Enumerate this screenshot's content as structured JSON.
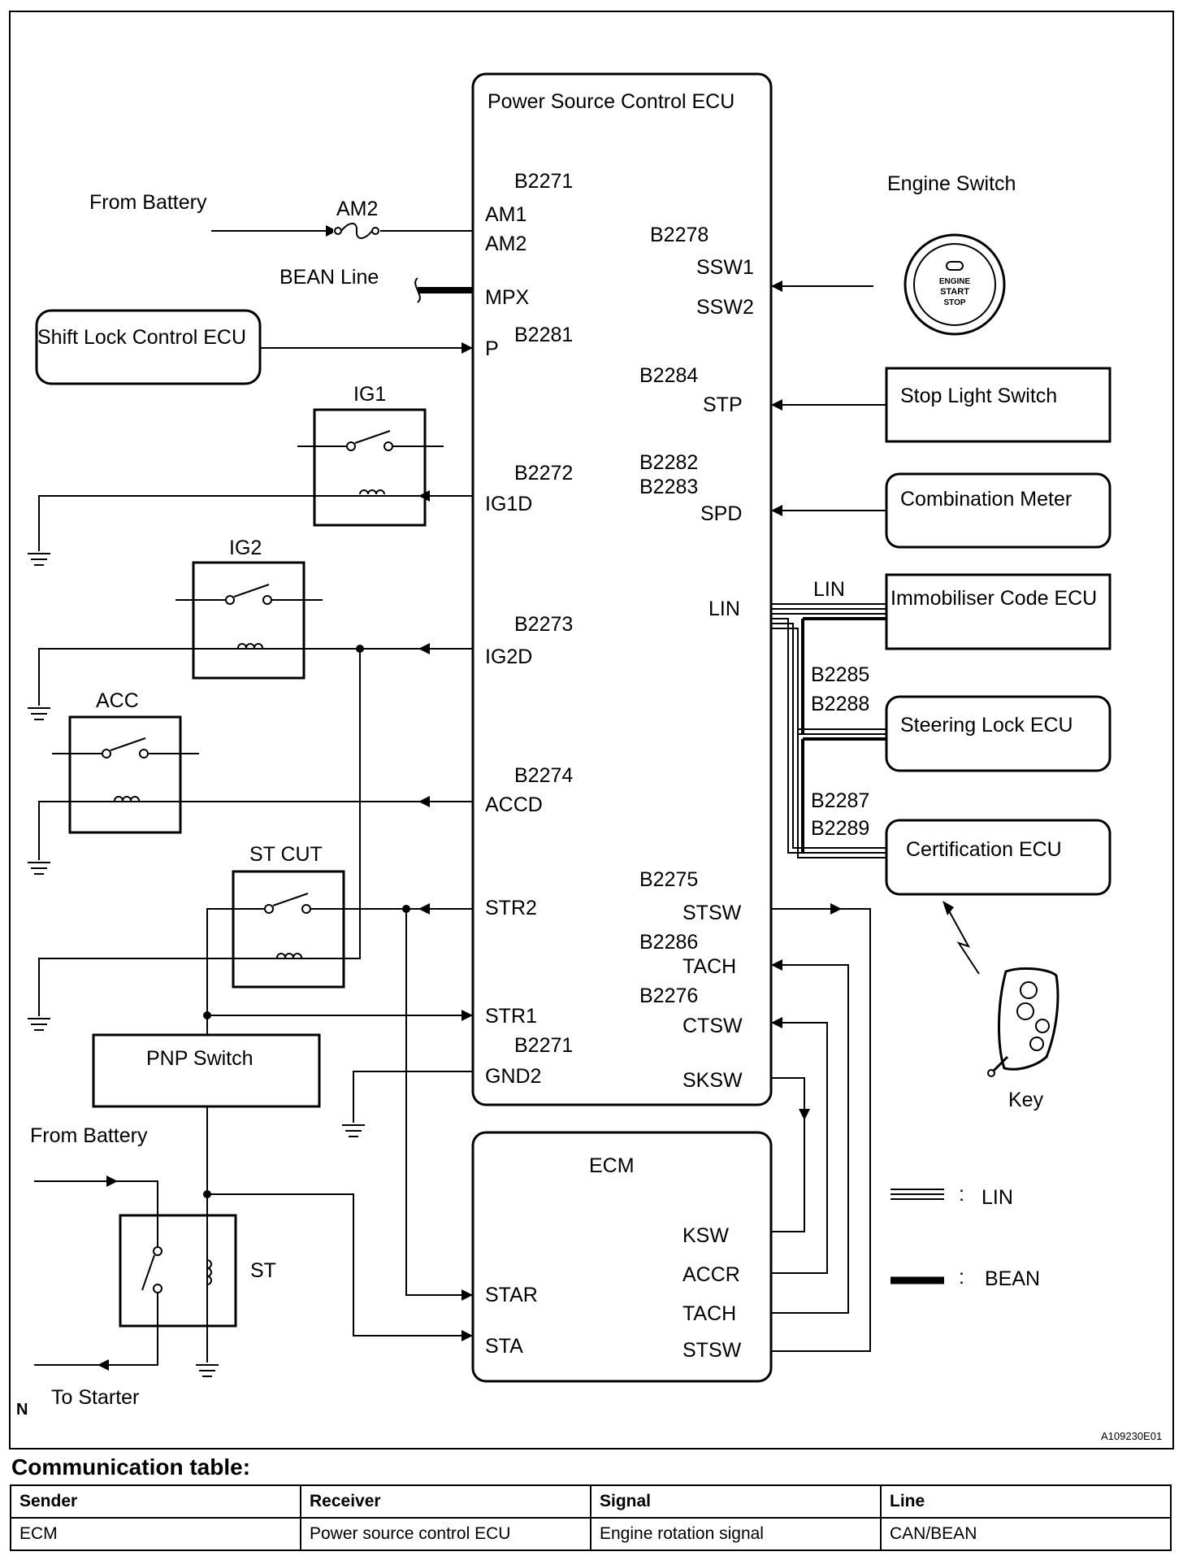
{
  "diagram": {
    "ecu_title": "Power Source Control ECU",
    "ecm_title": "ECM",
    "from_battery_top": "From Battery",
    "from_battery_bottom": "From Battery",
    "am2_fuse": "AM2",
    "bean_line": "BEAN Line",
    "shift_lock_ecu": "Shift Lock Control ECU",
    "relays": {
      "ig1": "IG1",
      "ig2": "IG2",
      "acc": "ACC",
      "st_cut": "ST CUT",
      "st": "ST"
    },
    "pnp_switch": "PNP Switch",
    "to_starter": "To Starter",
    "n_label": "N",
    "engine_switch": "Engine Switch",
    "engine_switch_button": [
      "ENGINE",
      "START",
      "STOP"
    ],
    "stop_light_switch": "Stop Light Switch",
    "combination_meter": "Combination Meter",
    "immobiliser_ecu": "Immobiliser Code ECU",
    "steering_lock_ecu": "Steering Lock ECU",
    "certification_ecu": "Certification ECU",
    "key": "Key",
    "lin_wire_label": "LIN",
    "connectors": {
      "b2271_top": "B2271",
      "b2278": "B2278",
      "b2281": "B2281",
      "b2284": "B2284",
      "b2272": "B2272",
      "b2282": "B2282",
      "b2283": "B2283",
      "b2273": "B2273",
      "b2274": "B2274",
      "b2275": "B2275",
      "b2286": "B2286",
      "b2276": "B2276",
      "b2271_bottom": "B2271",
      "b2285": "B2285",
      "b2288": "B2288",
      "b2287": "B2287",
      "b2289": "B2289"
    },
    "ecu_pins_left": [
      "AM1",
      "AM2",
      "MPX",
      "P",
      "IG1D",
      "IG2D",
      "ACCD",
      "STR2",
      "STR1",
      "GND2"
    ],
    "ecu_pins_right": [
      "SSW1",
      "SSW2",
      "STP",
      "SPD",
      "LIN",
      "STSW",
      "TACH",
      "CTSW",
      "SKSW"
    ],
    "ecm_pins_left": [
      "STAR",
      "STA"
    ],
    "ecm_pins_right": [
      "KSW",
      "ACCR",
      "TACH",
      "STSW"
    ],
    "legend": [
      {
        "sep": ":",
        "label": "LIN"
      },
      {
        "sep": ":",
        "label": "BEAN"
      }
    ],
    "figure_id": "A109230E01"
  },
  "table": {
    "title": "Communication table:",
    "headers": [
      "Sender",
      "Receiver",
      "Signal",
      "Line"
    ],
    "rows": [
      [
        "ECM",
        "Power source control ECU",
        "Engine rotation signal",
        "CAN/BEAN"
      ]
    ]
  }
}
